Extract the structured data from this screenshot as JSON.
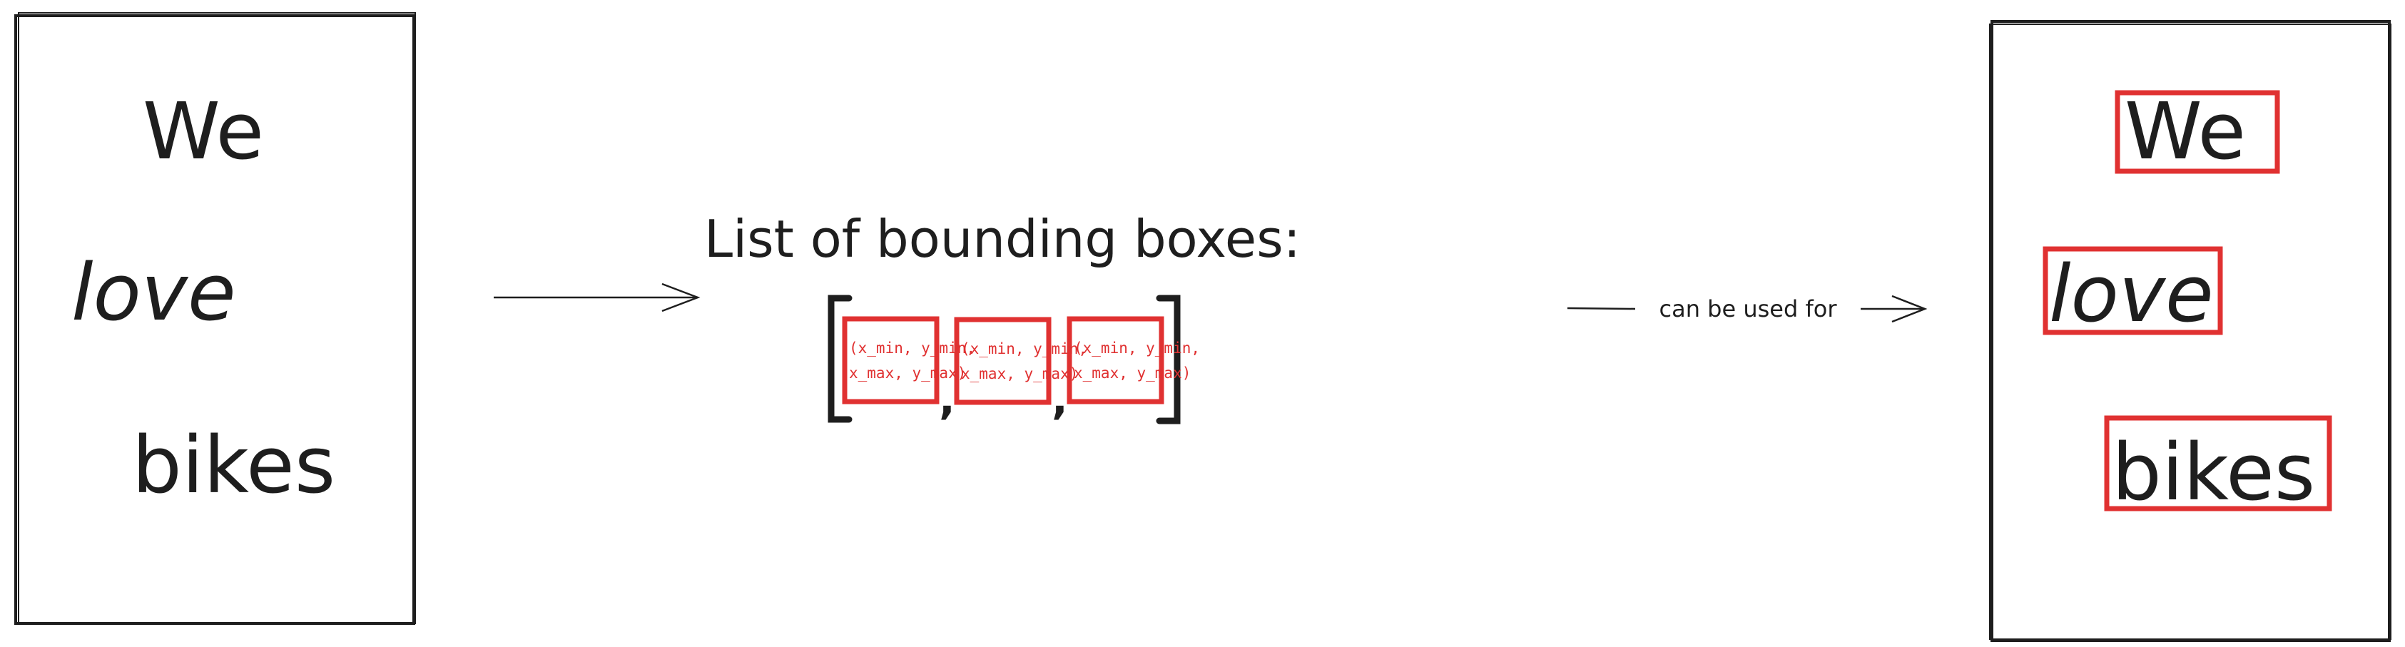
{
  "input_panel": {
    "words": [
      "We",
      "love",
      "bikes"
    ]
  },
  "middle": {
    "title": "List of bounding boxes:",
    "open_bracket": "[",
    "close_bracket": "]",
    "separator": ",",
    "boxes": [
      {
        "line1": "(x_min, y_min,",
        "line2": "x_max, y_max)"
      },
      {
        "line1": "(x_min, y_min,",
        "line2": "x_max, y_max)"
      },
      {
        "line1": "(x_min, y_min,",
        "line2": "x_max, y_max)"
      }
    ]
  },
  "arrow_label": "can be used for",
  "output_panel": {
    "words": [
      "We",
      "love",
      "bikes"
    ]
  },
  "colors": {
    "ink": "#1e1e1e",
    "box": "#e03131"
  }
}
